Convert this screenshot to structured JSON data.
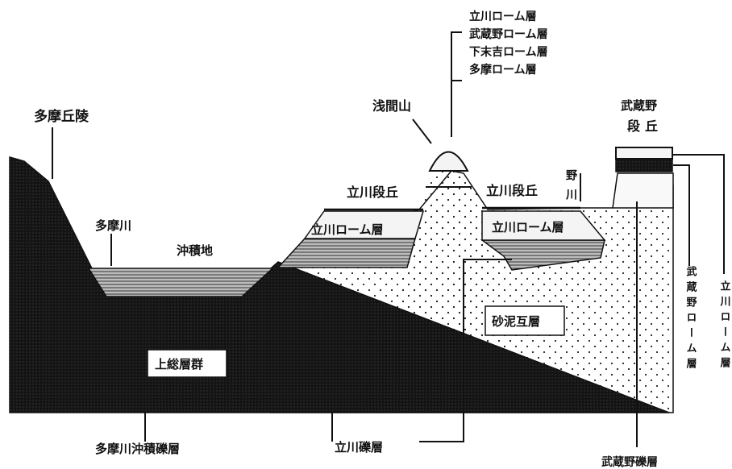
{
  "labels": {
    "tama_kyuryo": "多摩丘陵",
    "tama_river": "多摩川",
    "alluvial_plain": "沖積地",
    "sengen_yama": "浅間山",
    "tachikawa_terrace_left": "立川段丘",
    "tachikawa_terrace_right": "立川段丘",
    "tachikawa_loam_left": "立川ローム層",
    "tachikawa_loam_right": "立川ローム層",
    "nogawa": "野川",
    "musashino_terrace_line1": "武蔵野",
    "musashino_terrace_line2": "段丘",
    "upper_group": "上総層群",
    "sand_mud_layer": "砂泥互層",
    "tama_alluvial_gravel": "多摩川沖積礫層",
    "tachikawa_gravel": "立川礫層",
    "musashino_gravel": "武蔵野礫層",
    "musashino_loam_vertical": "武蔵野ローム層",
    "tachikawa_loam_vertical": "立川ローム層"
  },
  "loam_sequence": [
    "立川ローム層",
    "武蔵野ローム層",
    "下末吉ローム層",
    "多摩ローム層"
  ]
}
